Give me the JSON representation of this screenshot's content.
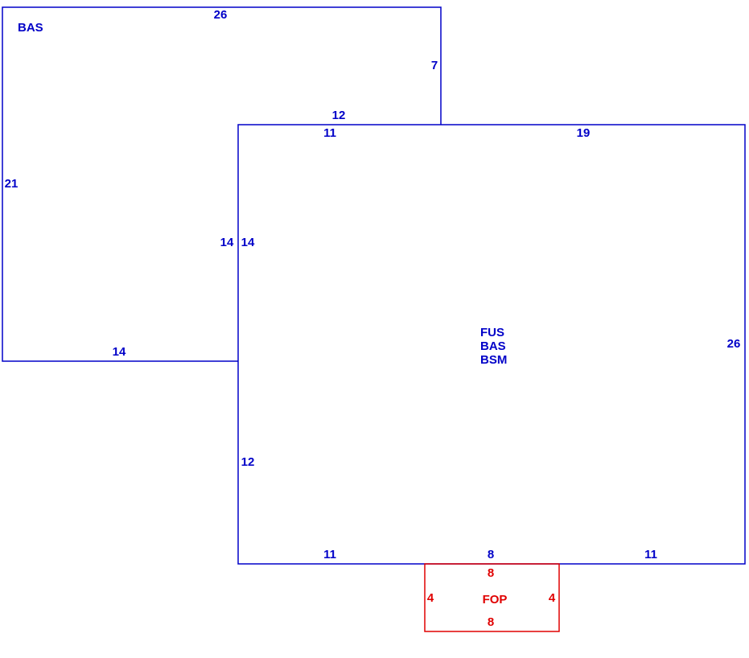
{
  "colors": {
    "main": "#0000c8",
    "porch": "#e00000",
    "background": "#ffffff"
  },
  "areas": {
    "left_bas": {
      "code": "BAS",
      "dims": {
        "top": "26",
        "right_upper": "7",
        "step_top": "12",
        "left": "21",
        "right_lower": "14",
        "bottom": "14"
      }
    },
    "main_block": {
      "codes": [
        "FUS",
        "BAS",
        "BSM"
      ],
      "dims": {
        "top_left": "11",
        "top_right": "19",
        "left_upper": "14",
        "left_lower": "12",
        "right": "26",
        "bottom_left": "11",
        "bottom_mid": "8",
        "bottom_right": "11"
      }
    },
    "porch": {
      "code": "FOP",
      "dims": {
        "top": "8",
        "left": "4",
        "right": "4",
        "bottom": "8"
      }
    }
  }
}
